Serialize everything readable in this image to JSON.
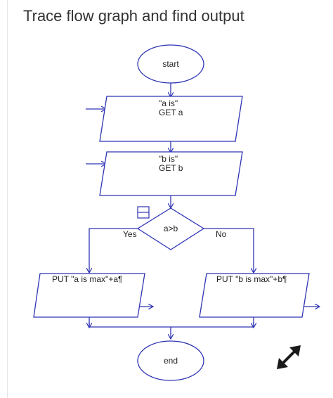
{
  "page": {
    "title": "Trace flow graph and find output"
  },
  "flowchart": {
    "start_label": "start",
    "input_a": {
      "line1": "\"a is\"",
      "line2": "GET a"
    },
    "input_b": {
      "line1": "\"b is\"",
      "line2": "GET b"
    },
    "decision": {
      "condition": "a>b",
      "yes_label": "Yes",
      "no_label": "No"
    },
    "output_yes": "PUT \"a is max\"+a¶",
    "output_no": "PUT \"b is max\"+b¶",
    "end_label": "end"
  },
  "colors": {
    "stroke": "#2f34b4",
    "fill": "#ffffff",
    "title_text": "#333333"
  },
  "icons": {
    "expand": "expand-arrows-icon",
    "decision_marker": "decision-box-icon"
  }
}
